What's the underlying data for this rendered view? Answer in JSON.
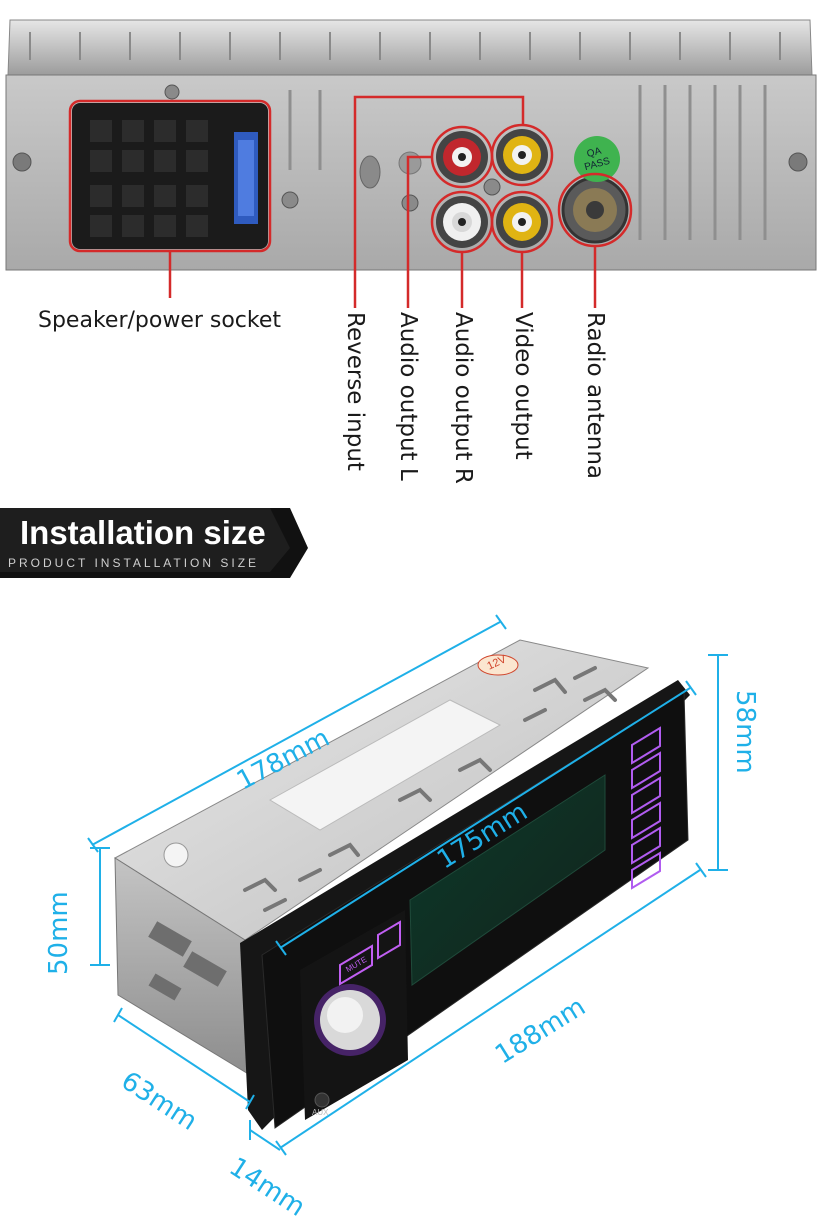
{
  "connector_labels": {
    "speaker_power_socket": "Speaker/power socket",
    "reverse_input": "Reverse input",
    "audio_output_l": "Audio output L",
    "audio_output_r": "Audio output R",
    "video_output": "Video output",
    "radio_antenna": "Radio antenna"
  },
  "qa_sticker": {
    "line1": "QA",
    "line2": "PASS"
  },
  "banner": {
    "title": "Installation size",
    "subtitle": "PRODUCT INSTALLATION SIZE"
  },
  "device_markings": {
    "voltage": "12V",
    "mute": "MUTE",
    "aux": "AUX"
  },
  "dimensions": {
    "length_top": "178mm",
    "front_height": "58mm",
    "front_width": "175mm",
    "body_height": "50mm",
    "faceplate_width": "188mm",
    "depth": "63mm",
    "faceplate_depth": "14mm"
  },
  "colors": {
    "callout_red": "#d42a2a",
    "dimension_blue": "#1fb0e8",
    "banner_black": "#111111",
    "metal_gray": "#b8b8b8"
  }
}
